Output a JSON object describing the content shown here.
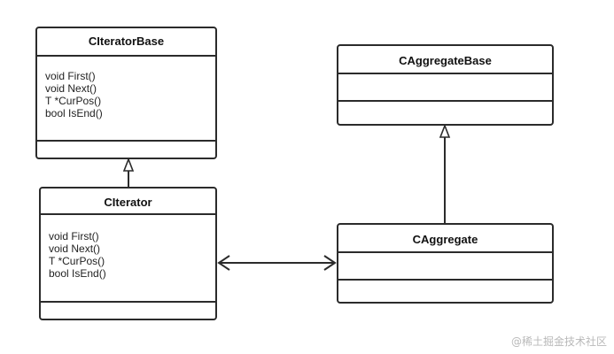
{
  "classes": {
    "iterator_base": {
      "name": "CIteratorBase",
      "methods": [
        "void First()",
        "void Next()",
        "T *CurPos()",
        "bool IsEnd()"
      ]
    },
    "iterator": {
      "name": "CIterator",
      "methods": [
        "void First()",
        "void Next()",
        "T *CurPos()",
        "bool IsEnd()"
      ]
    },
    "aggregate_base": {
      "name": "CAggregateBase",
      "methods": []
    },
    "aggregate": {
      "name": "CAggregate",
      "methods": []
    }
  },
  "relations": [
    {
      "from": "CIterator",
      "to": "CIteratorBase",
      "kind": "inheritance"
    },
    {
      "from": "CAggregate",
      "to": "CAggregateBase",
      "kind": "inheritance"
    },
    {
      "from": "CIterator",
      "to": "CAggregate",
      "kind": "bidirectional-association"
    }
  ],
  "watermark": "@稀土掘金技术社区",
  "colors": {
    "line": "#2b2b2b",
    "watermark": "#b9b9b9"
  }
}
